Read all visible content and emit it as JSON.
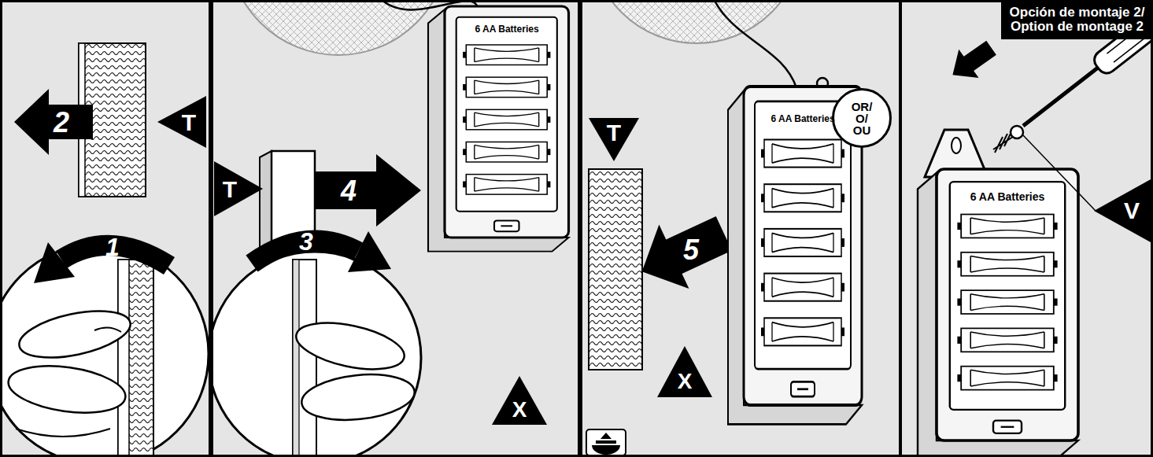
{
  "diagram": {
    "nodes": [
      {
        "text": [
          "Opción de montaje 2/ Option de montage 2"
        ]
      },
      {
        "text": [
          "OR/ O/ OU"
        ]
      }
    ],
    "labels": [
      "2",
      "T",
      "1",
      "T",
      "4",
      "3",
      "6 AA Batteries",
      "X",
      "T",
      "5",
      "6 AA Batteries",
      "X",
      "V",
      "6 AA Batteries"
    ]
  }
}
